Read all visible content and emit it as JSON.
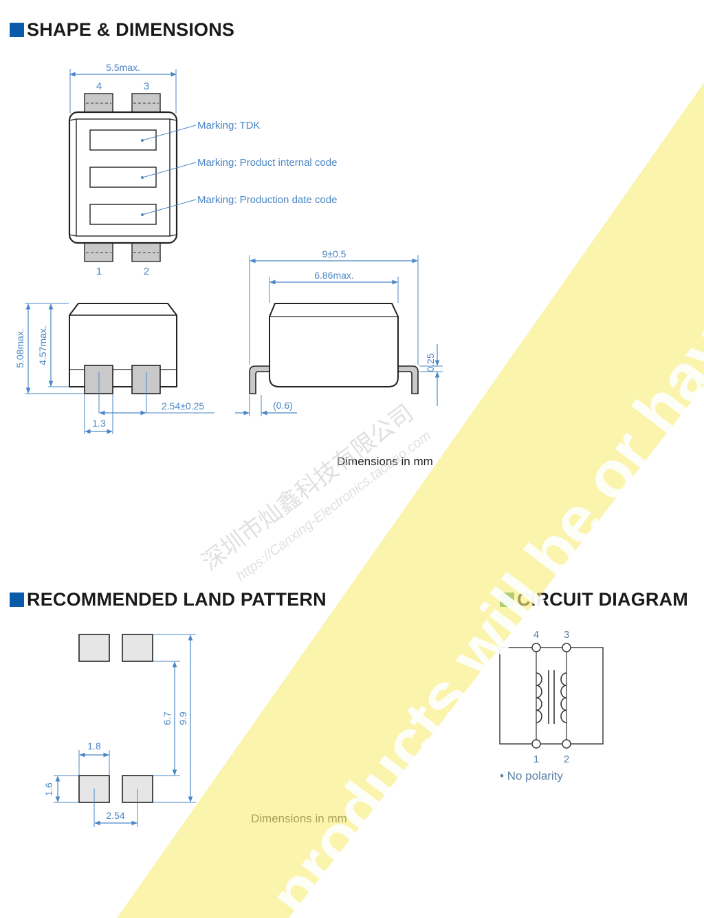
{
  "sections": {
    "shape": {
      "title": "SHAPE & DIMENSIONS"
    },
    "land": {
      "title": "RECOMMENDED LAND PATTERN"
    },
    "circuit": {
      "title": "CIRCUIT DIAGRAM"
    }
  },
  "shape_drawing": {
    "top_width": "5.5max.",
    "pins_top": [
      "4",
      "3"
    ],
    "pins_bottom": [
      "1",
      "2"
    ],
    "markings": [
      "Marking: TDK",
      "Marking: Product internal code",
      "Marking: Production date code"
    ],
    "front_height_total": "5.08max.",
    "front_height_body": "4.57max.",
    "pitch": "2.54±0.25",
    "pad_width": "1.3",
    "side_total_width": "9±0.5",
    "side_body_width": "6.86max.",
    "lead_thickness": "0.25",
    "lead_length": "(0.6)",
    "units_caption": "Dimensions in mm"
  },
  "land_pattern": {
    "outer_span": "9.9",
    "inner_span": "6.7",
    "pad_width": "1.8",
    "pad_height": "1.6",
    "pitch": "2.54",
    "units_caption": "Dimensions in mm"
  },
  "circuit": {
    "pins_top": [
      "4",
      "3"
    ],
    "pins_bottom": [
      "1",
      "2"
    ],
    "note": "• No polarity"
  },
  "watermark": {
    "banner_text": "products will be or have stopped production",
    "stamp_text_cn": "深圳市灿鑫科技有限公司",
    "stamp_text_url": "https://Canxing-Electronics.taobao.com"
  },
  "colors": {
    "heading_square": "#0a5cab",
    "circuit_square": "#3c9c5c",
    "dimension_line": "#4a86c5",
    "banner": "#f7ee7a",
    "circuit_line": "#c9a800"
  }
}
